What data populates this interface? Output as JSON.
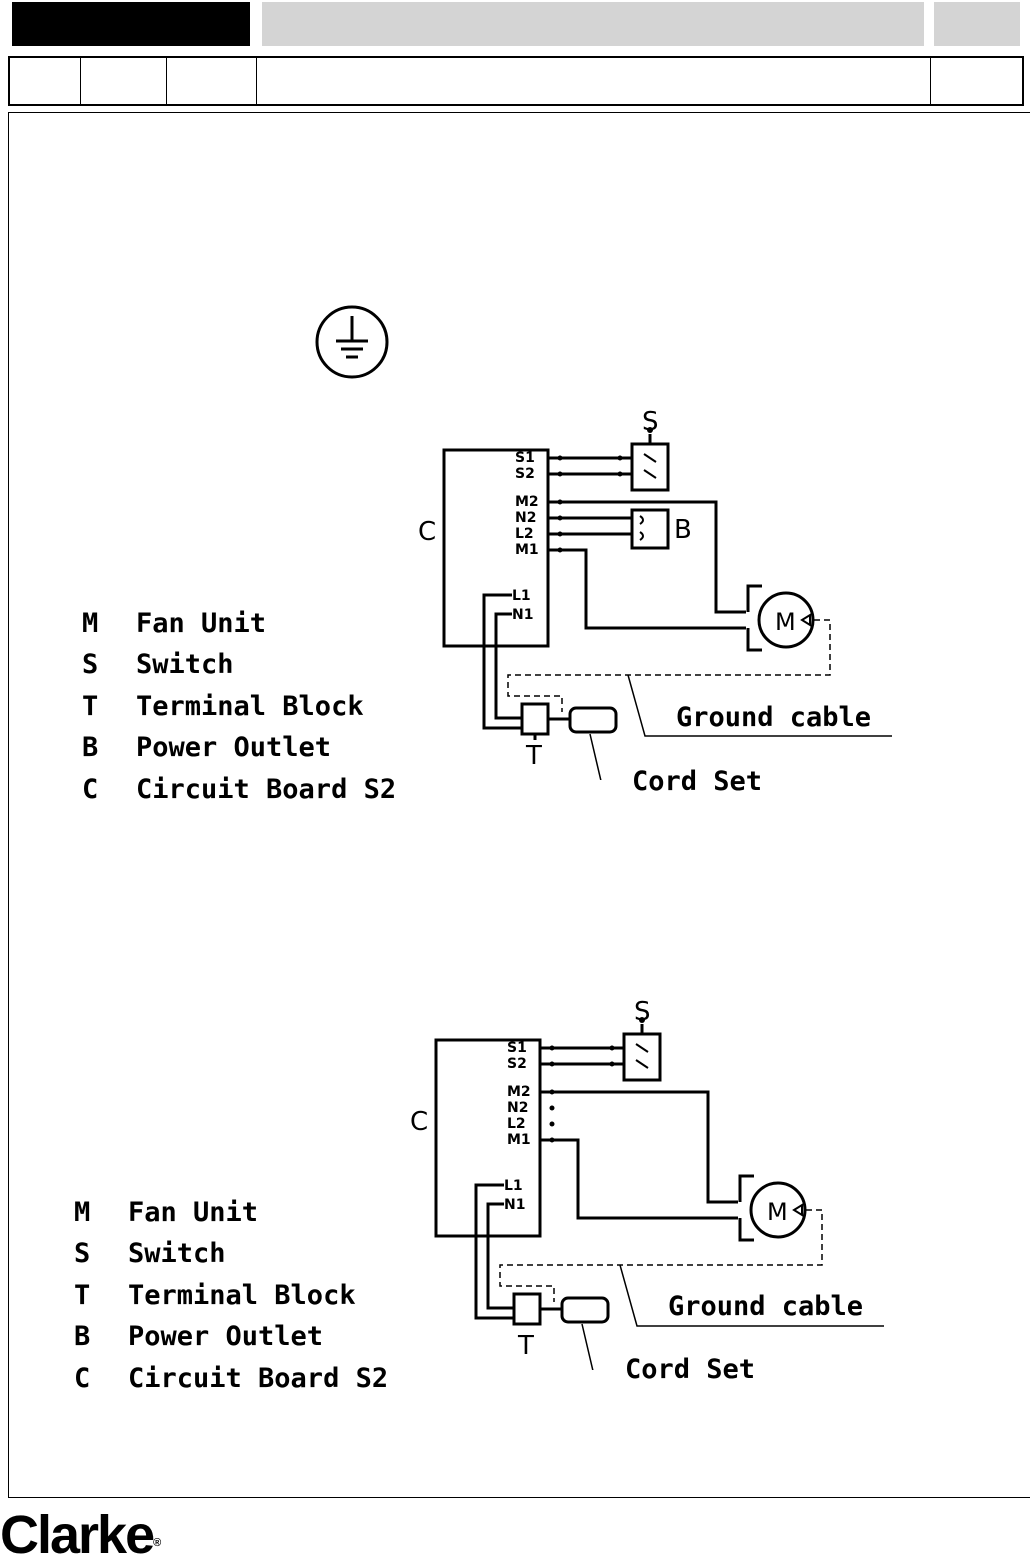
{
  "header": {
    "cells": [
      "",
      "",
      "",
      "",
      ""
    ]
  },
  "legend": [
    {
      "key": "M",
      "label": "Fan Unit"
    },
    {
      "key": "S",
      "label": "Switch"
    },
    {
      "key": "T",
      "label": "Terminal Block"
    },
    {
      "key": "B",
      "label": "Power Outlet"
    },
    {
      "key": "C",
      "label": "Circuit Board S2"
    }
  ],
  "diagram_labels": {
    "switch": "S",
    "board": "C",
    "outlet": "B",
    "motor": "M",
    "terminal": "T",
    "pins": [
      "S1",
      "S2",
      "M2",
      "N2",
      "L2",
      "M1",
      "L1",
      "N1"
    ]
  },
  "callouts": {
    "ground": "Ground cable",
    "cord": "Cord Set"
  },
  "icons": {
    "earth": "protective-earth-icon"
  },
  "brand": {
    "name": "Clarke",
    "mark": "®"
  }
}
